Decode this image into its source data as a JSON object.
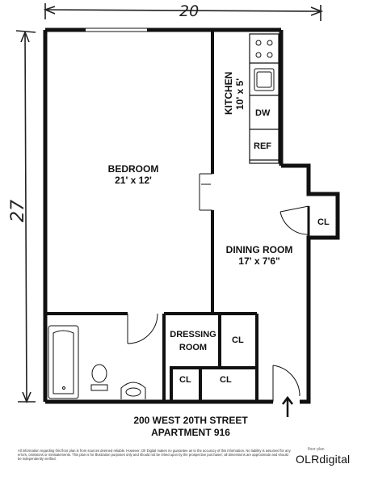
{
  "dimensions": {
    "top": "20",
    "left": "27"
  },
  "rooms": {
    "bedroom": {
      "name": "BEDROOM",
      "size": "21' x 12'"
    },
    "kitchen": {
      "name": "KITCHEN",
      "size": "10' x 5'"
    },
    "dining": {
      "name": "DINING ROOM",
      "size": "17' x 7'6\""
    },
    "dressing": {
      "name": "DRESSING",
      "name2": "ROOM"
    }
  },
  "fixtures": {
    "dishwasher": "DW",
    "refrigerator": "REF",
    "closet": "CL"
  },
  "address": {
    "street": "200 WEST 20TH STREET",
    "unit": "APARTMENT 916"
  },
  "footer": {
    "disclaimer": "All information regarding this floor plan is from sources deemed reliable. However, Olr Digital makes no guarantee as to the accuracy of this information. No liability is assumed for any errors, omissions or misstatements. This plan is for illustration purposes only and should not be relied upon by the prospective purchaser; all dimensions are approximate and should be independently verified.",
    "brand_small": "floor plan",
    "brand": "OLRdigital"
  }
}
